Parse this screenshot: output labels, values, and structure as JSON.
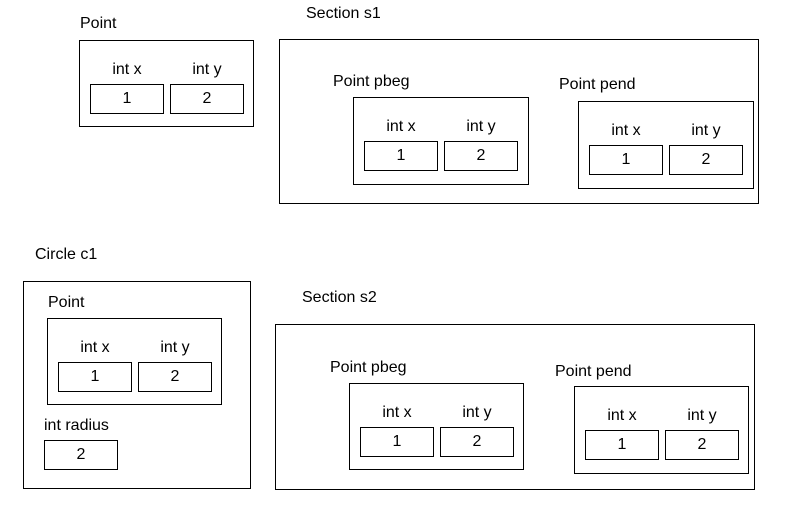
{
  "point_def": {
    "title": "Point",
    "x": {
      "label": "int x",
      "value": "1"
    },
    "y": {
      "label": "int y",
      "value": "2"
    }
  },
  "section_s1": {
    "title": "Section s1",
    "pbeg": {
      "title": "Point pbeg",
      "x": {
        "label": "int x",
        "value": "1"
      },
      "y": {
        "label": "int y",
        "value": "2"
      }
    },
    "pend": {
      "title": "Point pend",
      "x": {
        "label": "int x",
        "value": "1"
      },
      "y": {
        "label": "int y",
        "value": "2"
      }
    }
  },
  "circle_c1": {
    "title": "Circle c1",
    "point": {
      "title": "Point",
      "x": {
        "label": "int x",
        "value": "1"
      },
      "y": {
        "label": "int y",
        "value": "2"
      }
    },
    "radius": {
      "label": "int radius",
      "value": "2"
    }
  },
  "section_s2": {
    "title": "Section s2",
    "pbeg": {
      "title": "Point pbeg",
      "x": {
        "label": "int x",
        "value": "1"
      },
      "y": {
        "label": "int y",
        "value": "2"
      }
    },
    "pend": {
      "title": "Point pend",
      "x": {
        "label": "int x",
        "value": "1"
      },
      "y": {
        "label": "int y",
        "value": "2"
      }
    }
  }
}
